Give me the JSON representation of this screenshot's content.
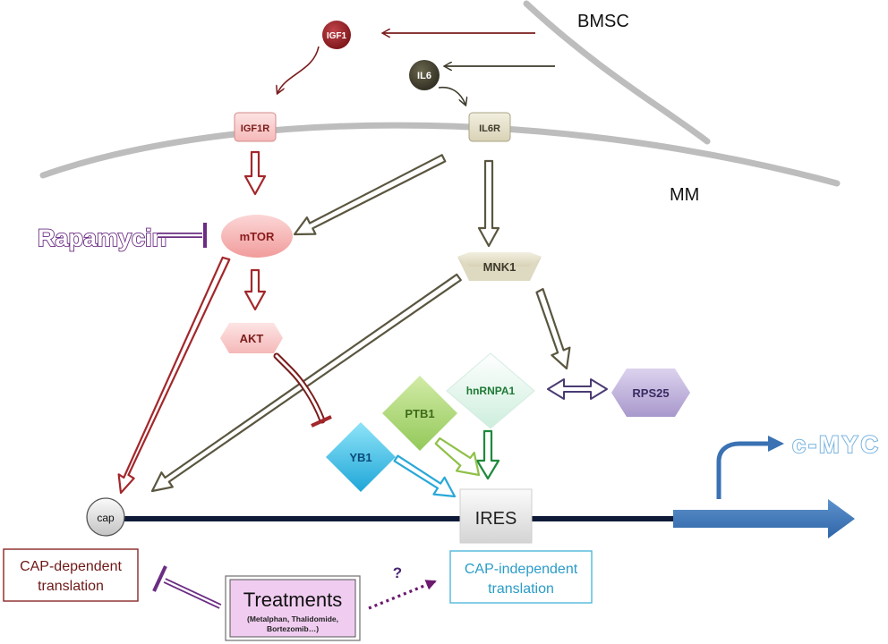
{
  "labels": {
    "bmsc": "BMSC",
    "mm": "MM",
    "igf1": "IGF1",
    "il6": "IL6",
    "igf1r": "IGF1R",
    "il6r": "IL6R",
    "rapamycin": "Rapamycin",
    "mtor": "mTOR",
    "mnk1": "MNK1",
    "akt": "AKT",
    "hnrnpa1": "hnRNPA1",
    "rps25": "RPS25",
    "ptb1": "PTB1",
    "yb1": "YB1",
    "cap": "cap",
    "ires": "IRES",
    "cmyc": "c-MYC",
    "cap_dep_line1": "CAP-dependent",
    "cap_dep_line2": "translation",
    "cap_indep_line1": "CAP-independent",
    "cap_indep_line2": "translation",
    "treatments": "Treatments",
    "treatments_sub1": "(Metalphan, Thalidomide,",
    "treatments_sub2": "Bortezomib…)",
    "question": "?"
  },
  "colors": {
    "igf_path": "#a3272b",
    "il6_path": "#5a5640",
    "rapamycin": "#6b2d83",
    "yb1": "#29a8d8",
    "ptb1": "#8fc047",
    "hnrnpa1": "#1e8a3c",
    "rps25": "#4a3b72",
    "cmyc_arrow": "#3a72b3",
    "cmyc_text": "#7ab4e0",
    "cap_dep_border": "#8a2626",
    "cap_indep_border": "#4fb8dc",
    "treatments_fill": "#f0cdf0"
  }
}
